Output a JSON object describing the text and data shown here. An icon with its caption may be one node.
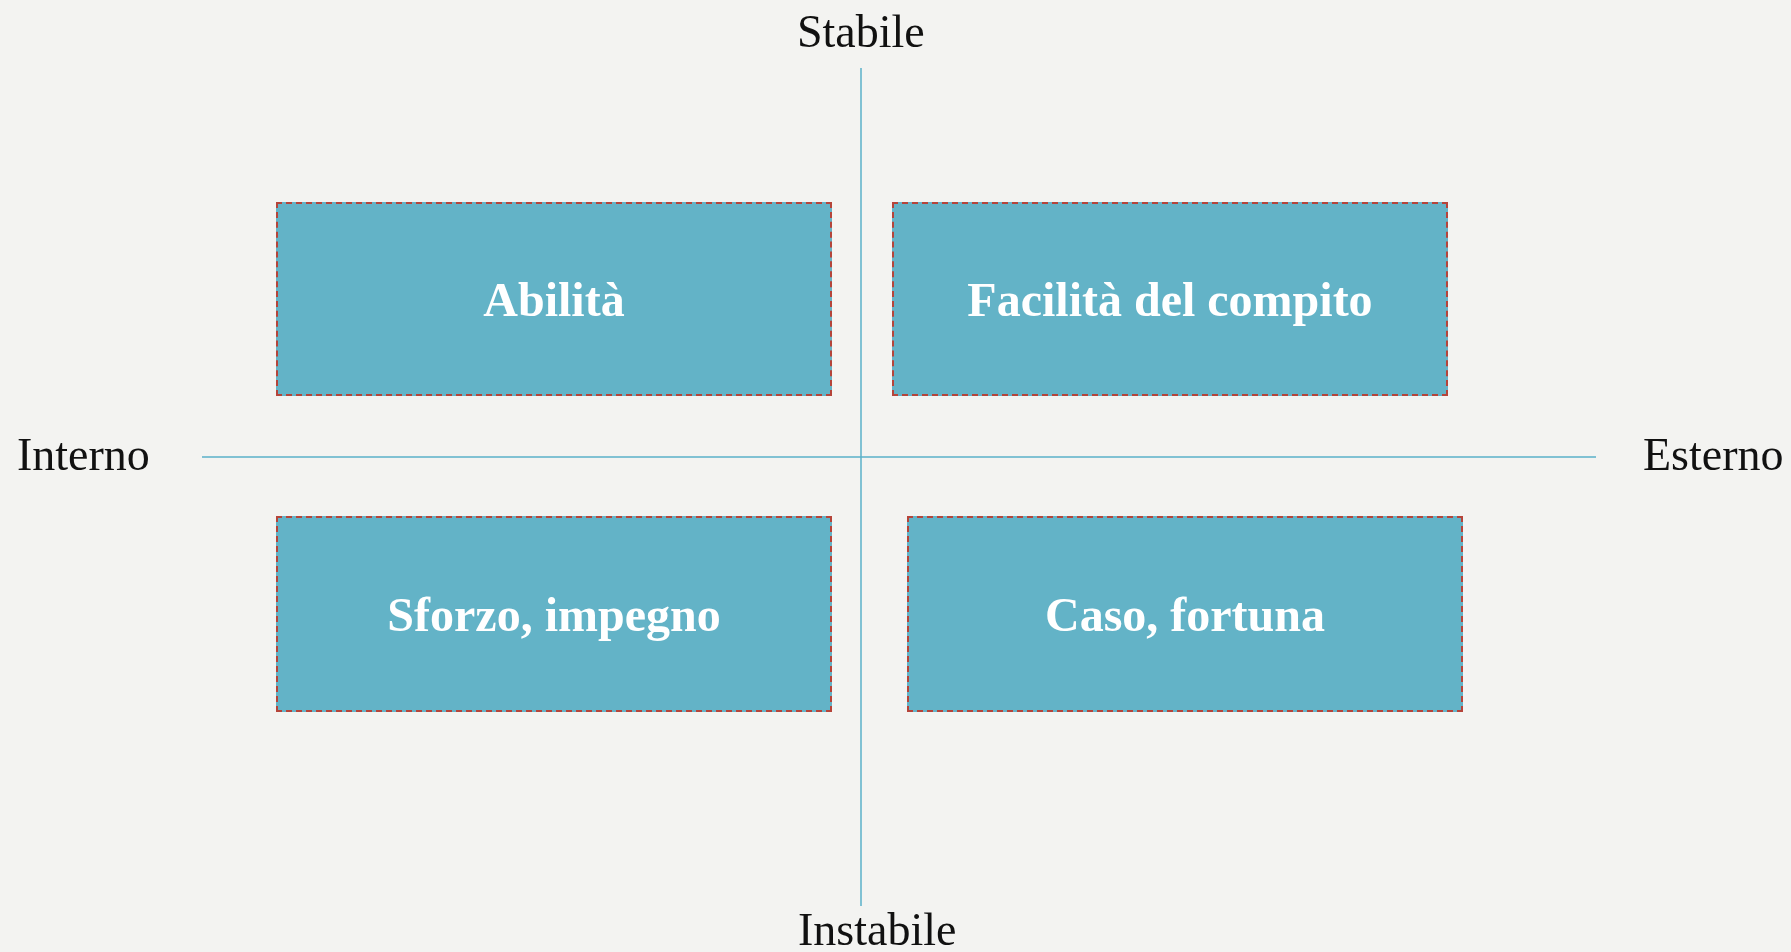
{
  "diagram": {
    "nodes": [
      {
        "text": [
          "Abilità"
        ]
      },
      {
        "text": [
          "Facilità del compito"
        ]
      },
      {
        "text": [
          "Sforzo, impegno"
        ]
      },
      {
        "text": [
          "Caso, fortuna"
        ]
      }
    ],
    "labels": [
      "Stabile",
      "Interno",
      "Esterno",
      "Instabile"
    ]
  }
}
